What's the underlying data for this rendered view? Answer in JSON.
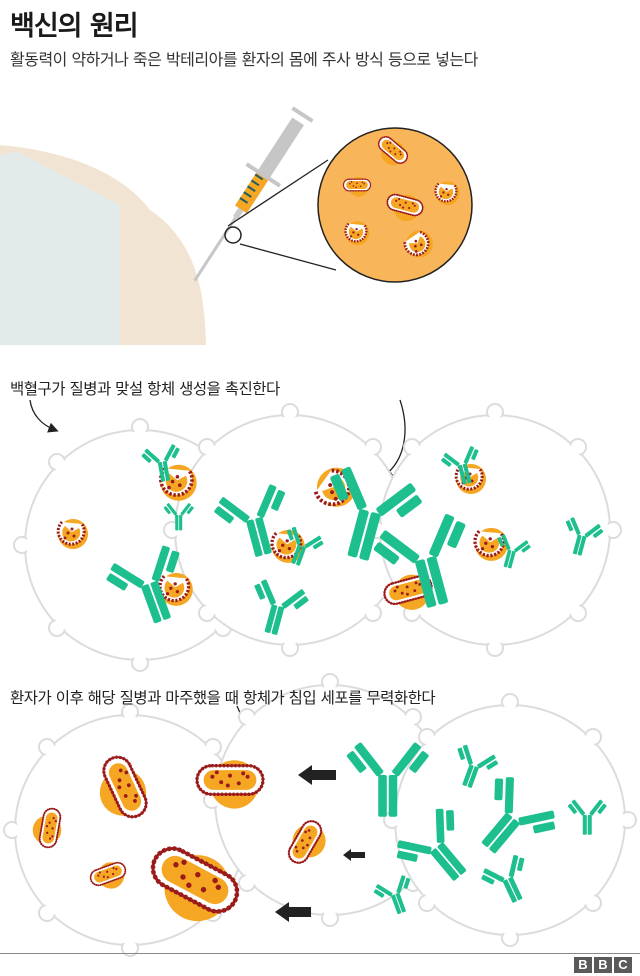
{
  "header": {
    "title": "백신의 원리",
    "subtitle": "활동력이 약하거나 죽은 박테리아를 환자의 몸에 주사 방식 등으로 넣는다"
  },
  "sections": [
    {
      "caption": "백혈구가 질병과 맞설 항체 생성을 촉진한다"
    },
    {
      "caption": "환자가 이후 해당 질병과 마주했을 때 항체가 침입 세포를 무력화한다"
    }
  ],
  "footer": {
    "logo_letters": [
      "B",
      "B",
      "C"
    ]
  },
  "colors": {
    "antibody": "#1dbf8e",
    "bacteria_fill": "#f5a623",
    "bacteria_outline": "#9b1b1b",
    "magnifier": "#f8b55a",
    "skin": "#f2e4d2",
    "shirt": "#e2eaea",
    "cell_outline": "#dddddd",
    "arrow": "#222222"
  }
}
